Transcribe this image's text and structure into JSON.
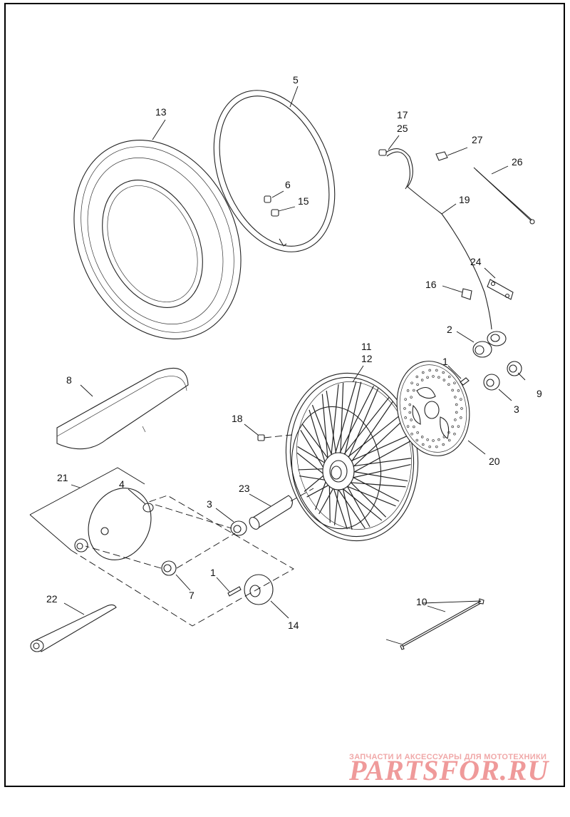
{
  "callouts": {
    "c1a": "1",
    "c1b": "1",
    "c2": "2",
    "c3a": "3",
    "c3b": "3",
    "c4": "4",
    "c5": "5",
    "c6": "6",
    "c7": "7",
    "c8": "8",
    "c9": "9",
    "c10": "10",
    "c11": "11",
    "c12": "12",
    "c13": "13",
    "c14": "14",
    "c15": "15",
    "c16": "16",
    "c17": "17",
    "c18": "18",
    "c19": "19",
    "c20": "20",
    "c21": "21",
    "c22": "22",
    "c23": "23",
    "c24": "24",
    "c25": "25",
    "c26": "26",
    "c27": "27"
  },
  "watermark": {
    "tagline": "ЗАПЧАСТИ И АКСЕССУАРЫ ДЛЯ МОТОТЕХНИКИ",
    "brand": "PARTSFOR.RU"
  },
  "colors": {
    "line": "#222222",
    "watermark": "#ef9a9a",
    "background": "#ffffff"
  }
}
